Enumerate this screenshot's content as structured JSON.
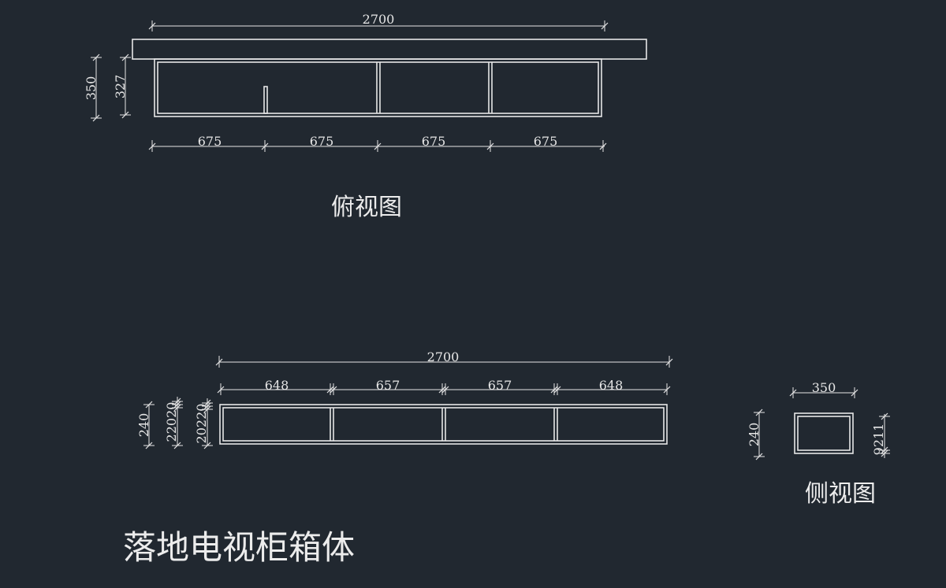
{
  "colors": {
    "background": "#212830",
    "lines": "#e6e6e6"
  },
  "top_view": {
    "label": "俯视图",
    "overall_width": "2700",
    "outer_depth": "350",
    "inner_depth": "327",
    "bay_widths": [
      "675",
      "675",
      "675",
      "675"
    ]
  },
  "front_view": {
    "overall_width": "2700",
    "bay_widths": [
      "648",
      "657",
      "657",
      "648"
    ],
    "height": "240",
    "height_detail_a": "22020",
    "height_detail_b": "20220"
  },
  "side_view": {
    "label": "侧视图",
    "width": "350",
    "height": "240",
    "height_detail": "9211"
  },
  "drawing_title": "落地电视柜箱体"
}
